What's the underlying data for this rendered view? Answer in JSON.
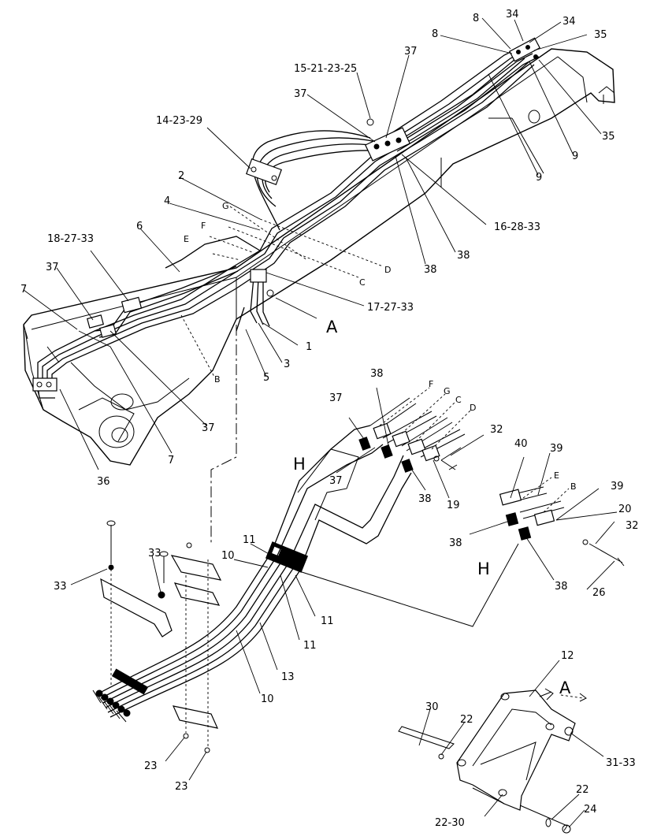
{
  "callouts": {
    "c34a": "34",
    "c34b": "34",
    "c35a": "35",
    "c35b": "35",
    "c8a": "8",
    "c8b": "8",
    "c9a": "9",
    "c9b": "9",
    "c37a": "37",
    "c37b": "37",
    "c15": "15-21-23-25",
    "c14": "14-23-29",
    "c16": "16-28-33",
    "c38a": "38",
    "c38b": "38",
    "c2": "2",
    "c4": "4",
    "c6": "6",
    "c18": "18-27-33",
    "c37c": "37",
    "c7a": "7",
    "c37d": "37",
    "c7b": "7",
    "c36": "36",
    "c17": "17-27-33",
    "c1": "1",
    "c3": "3",
    "c5": "5",
    "c38c": "38",
    "c37e": "37",
    "c37f": "37",
    "c38d": "38",
    "c19": "19",
    "c32a": "32",
    "c40": "40",
    "c39a": "39",
    "c39b": "39",
    "c20": "20",
    "c32b": "32",
    "c38e": "38",
    "c38f": "38",
    "c26": "26",
    "c11a": "11",
    "c10a": "10",
    "c11b": "11",
    "c11c": "11",
    "c13": "13",
    "c10b": "10",
    "c33a": "33",
    "c33b": "33",
    "c23a": "23",
    "c23b": "23",
    "c12": "12",
    "c30": "30",
    "c22a": "22",
    "c31": "31-33",
    "c22b": "22",
    "c24": "24",
    "c2230": "22-30"
  },
  "letters": {
    "G1": "G",
    "F1": "F",
    "E1": "E",
    "C1": "C",
    "D1": "D",
    "B1": "B",
    "F2": "F",
    "G2": "G",
    "C2": "C",
    "D2": "D",
    "E2": "E",
    "B2": "B"
  },
  "views": {
    "A1": "A",
    "A2": "A",
    "H1": "H",
    "H2": "H"
  }
}
